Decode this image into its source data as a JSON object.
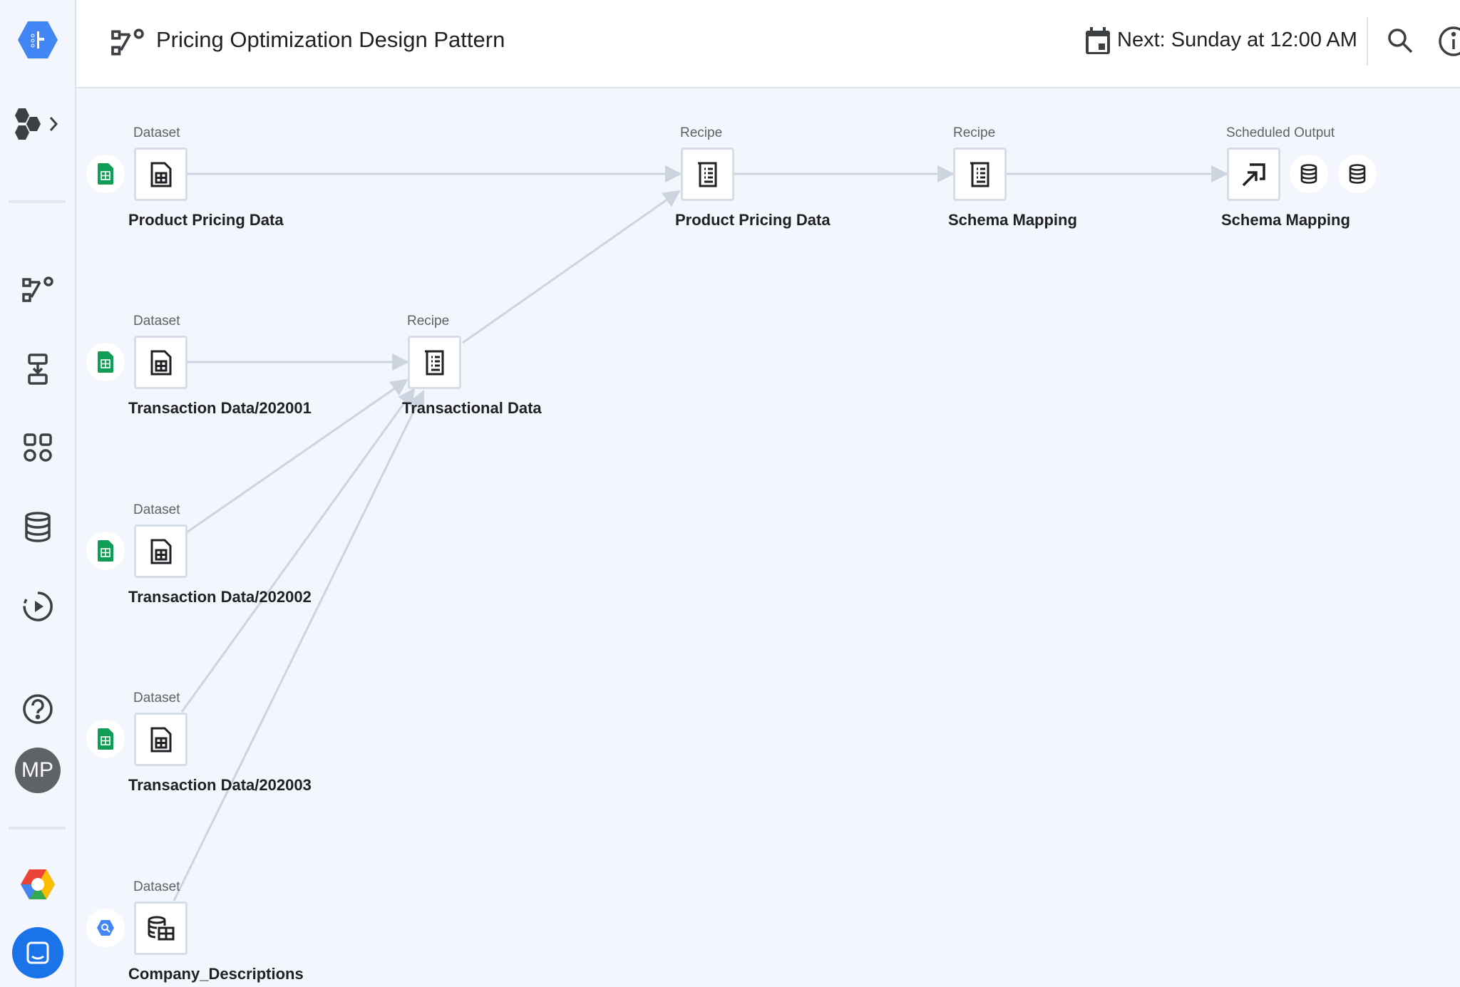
{
  "header": {
    "title": "Pricing Optimization Design Pattern",
    "schedule": "Next: Sunday at 12:00 AM"
  },
  "sidebar": {
    "avatar": "MP",
    "items": [
      "flows",
      "jobs",
      "library",
      "connections",
      "job-runs",
      "help"
    ]
  },
  "colors": {
    "accent": "#4285f4",
    "sheets": "#0f9d58",
    "edge": "#ccd5df",
    "node_border": "#d6dde6"
  },
  "nodes": [
    {
      "type": "Dataset",
      "name": "Product Pricing Data",
      "source": "sheets"
    },
    {
      "type": "Dataset",
      "name": "Transaction Data/202001",
      "source": "sheets"
    },
    {
      "type": "Dataset",
      "name": "Transaction Data/202002",
      "source": "sheets"
    },
    {
      "type": "Dataset",
      "name": "Transaction Data/202003",
      "source": "sheets"
    },
    {
      "type": "Dataset",
      "name": "Company_Descriptions",
      "source": "bigquery"
    },
    {
      "type": "Recipe",
      "name": "Transactional Data"
    },
    {
      "type": "Recipe",
      "name": "Product Pricing Data"
    },
    {
      "type": "Recipe",
      "name": "Schema Mapping"
    },
    {
      "type": "Scheduled Output",
      "name": "Schema Mapping"
    }
  ]
}
